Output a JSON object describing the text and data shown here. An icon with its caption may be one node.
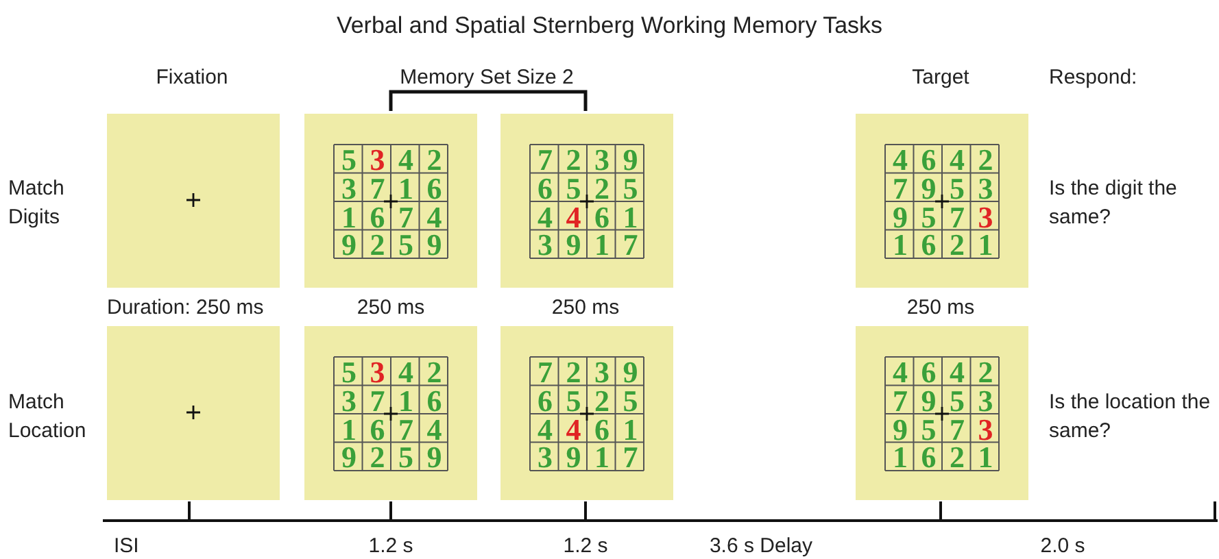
{
  "diagram": {
    "title": "Verbal and Spatial Sternberg Working Memory Tasks",
    "nodes": [
      {
        "text": [],
        "shape": "box"
      },
      {
        "text": [
          "5",
          "3",
          "4",
          "2",
          "3",
          "7",
          "1",
          "6",
          "1",
          "6",
          "7",
          "4",
          "9",
          "2",
          "5",
          "9"
        ]
      },
      {
        "text": [
          "7",
          "2",
          "3",
          "9",
          "6",
          "5",
          "2",
          "5",
          "4",
          "4",
          "6",
          "1",
          "3",
          "9",
          "1",
          "7"
        ]
      },
      {
        "text": [
          "4",
          "6",
          "4",
          "2",
          "7",
          "9",
          "5",
          "3",
          "9",
          "5",
          "7",
          "3",
          "1",
          "6",
          "2",
          "1"
        ]
      },
      {
        "text": [],
        "shape": "box"
      },
      {
        "text": [
          "5",
          "3",
          "4",
          "2",
          "3",
          "7",
          "1",
          "6",
          "1",
          "6",
          "7",
          "4",
          "9",
          "2",
          "5",
          "9"
        ]
      },
      {
        "text": [
          "7",
          "2",
          "3",
          "9",
          "6",
          "5",
          "2",
          "5",
          "4",
          "4",
          "6",
          "1",
          "3",
          "9",
          "1",
          "7"
        ]
      },
      {
        "text": [
          "4",
          "6",
          "4",
          "2",
          "7",
          "9",
          "5",
          "3",
          "9",
          "5",
          "7",
          "3",
          "1",
          "6",
          "2",
          "1"
        ]
      }
    ],
    "labels": [
      "Fixation",
      "Memory Set Size 2",
      "Target",
      "Respond:",
      "Match Digits",
      "Is the digit the same?",
      "Duration: 250 ms",
      "250 ms",
      "250 ms",
      "250 ms",
      "Match Location",
      "Is the location the same?",
      "ISI",
      "1.2 s",
      "1.2 s",
      "3.6 s Delay",
      "2.0 s"
    ]
  }
}
